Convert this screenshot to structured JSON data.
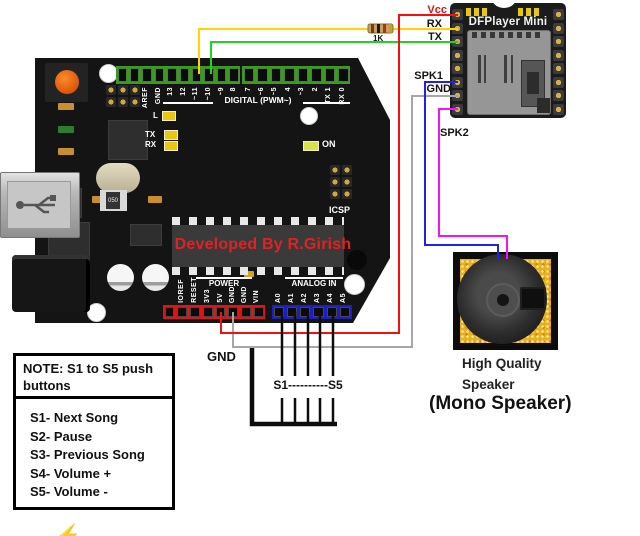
{
  "colors": {
    "board": "#141414",
    "wire-red": "#f50f0f",
    "wire-yellow": "#ffd400",
    "wire-green": "#21d421",
    "wire-blue": "#2021f0",
    "wire-gray": "#a6a6a6",
    "wire-magenta": "#f513f5",
    "wire-black": "#0d0d0d",
    "header-green": "#3c9a20",
    "header-red": "#e01414",
    "header-blue": "#1d1dc8",
    "speaker-gold": "#e9af1e",
    "dev-red": "#e02222",
    "dfplayer-bg": "#1b1b1b"
  },
  "arduino": {
    "developer_text": "Developed By R.Girish",
    "digital_label": "DIGITAL (PWM~)",
    "digital_pins_left": [
      "AREF",
      "GND",
      "13",
      "12",
      "~11",
      "~10",
      "~9",
      "8"
    ],
    "digital_pins_right": [
      "7",
      "~6",
      "~5",
      "4",
      "~3",
      "2",
      "TX 1",
      "RX 0"
    ],
    "led_l": "L",
    "led_tx": "TX",
    "led_rx": "RX",
    "led_on": "ON",
    "icsp_label": "ICSP",
    "component_050": "050",
    "power_label": "POWER",
    "power_pins": [
      "IOREF",
      "RESET",
      "3V3",
      "5V",
      "GND",
      "GND",
      "VIN"
    ],
    "analog_label": "ANALOG IN",
    "analog_pins": [
      "A0",
      "A1",
      "A2",
      "A3",
      "A4",
      "A5"
    ]
  },
  "dfplayer": {
    "title": "DFPlayer Mini"
  },
  "connections": {
    "vcc": "Vcc",
    "rx": "RX",
    "tx": "TX",
    "spk1": "SPK1",
    "gnd_dfplayer": "GND",
    "spk2": "SPK2",
    "resistor_value": "1K",
    "gnd_buttons": "GND",
    "buttons_label": "S1----------S5"
  },
  "speaker": {
    "caption_line1": "High Quality",
    "caption_line2": "Speaker",
    "caption_line3": "(Mono Speaker)"
  },
  "note": {
    "title": "NOTE: S1 to S5 push buttons",
    "functions": [
      "S1- Next Song",
      "S2- Pause",
      "S3- Previous Song",
      "S4- Volume +",
      "S5- Volume -"
    ]
  }
}
